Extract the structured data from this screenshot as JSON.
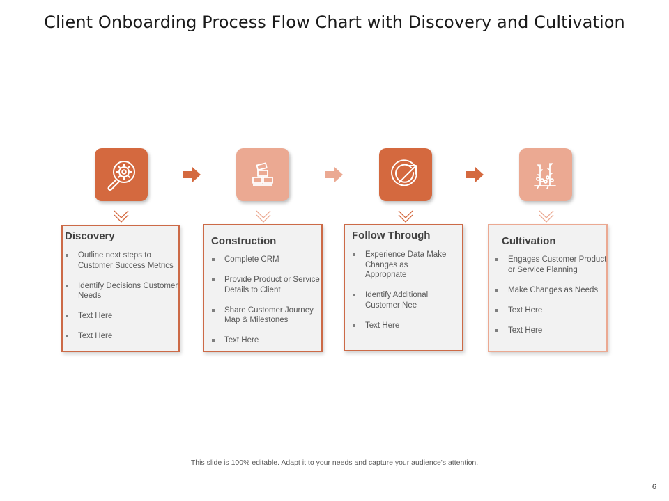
{
  "slide": {
    "title": "Client Onboarding Process Flow Chart with Discovery and Cultivation",
    "footer": "This slide is 100% editable. Adapt it to your needs and capture your audience's attention.",
    "page_number": "6"
  },
  "colors": {
    "accent_dark": "#d4693f",
    "accent_light": "#eba992",
    "card_fill": "#f2f2f2"
  },
  "steps": [
    {
      "icon": "search-gear-icon",
      "heading": "Discovery",
      "bullets": [
        "Outline next steps to Customer Success Metrics",
        "Identify Decisions Customer Needs",
        "Text Here",
        "Text Here"
      ]
    },
    {
      "icon": "bricks-icon",
      "heading": "Construction",
      "bullets": [
        "Complete CRM",
        "Provide Product or Service Details to Client",
        "Share Customer Journey Map & Milestones",
        "Text Here"
      ]
    },
    {
      "icon": "circle-arrow-icon",
      "heading": "Follow Through",
      "bullets": [
        "Experience Data Make Changes as Appropriate",
        "Identify Additional Customer Nee",
        "Text Here"
      ]
    },
    {
      "icon": "sprout-plants-icon",
      "heading": "Cultivation",
      "bullets": [
        "Engages Customer Product or Service Planning",
        "Make Changes as Needs",
        "Text Here",
        "Text Here"
      ]
    }
  ]
}
